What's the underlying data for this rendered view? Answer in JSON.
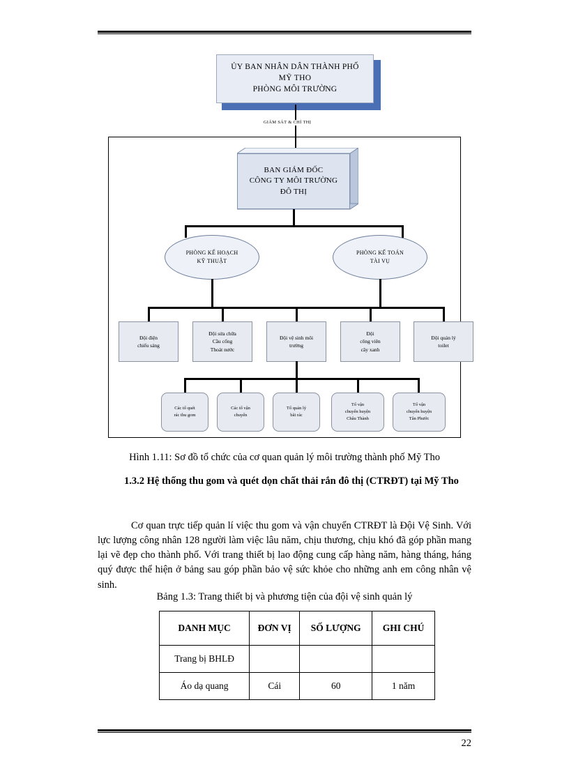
{
  "document": {
    "page_number": "22"
  },
  "org_chart": {
    "top_authority": "ỦY BAN NHÂN DÂN THÀNH PHỐ MỸ THO PHÒNG MÔI TRƯỜNG",
    "top_authority_lines": [
      "ỦY BAN NHÂN DÂN THÀNH PHỐ",
      "MỸ THO",
      "PHÒNG MÔI TRƯỜNG"
    ],
    "supervision_label": "GIÁM SÁT & CHỈ THỊ",
    "director_lines": [
      "BAN GIÁM ĐỐC",
      "CÔNG TY MÔI TRƯỜNG",
      "ĐÔ THỊ"
    ],
    "divisions": [
      {
        "lines": [
          "PHÒNG KẾ HOẠCH",
          "KỸ THUẬT"
        ]
      },
      {
        "lines": [
          "PHÒNG KẾ TOÁN",
          "TÀI VỤ"
        ]
      }
    ],
    "departments": [
      {
        "lines": [
          "Đội điện",
          "chiếu sáng"
        ]
      },
      {
        "lines": [
          "Đội sửa chữa",
          "Cầu cống",
          "Thoát nước"
        ]
      },
      {
        "lines": [
          "Đội vệ sinh môi",
          "trường"
        ]
      },
      {
        "lines": [
          "Đội",
          "công viên",
          "cây xanh"
        ]
      },
      {
        "lines": [
          "Đội quản lý",
          "toilet"
        ]
      }
    ],
    "teams": [
      {
        "lines": [
          "Các tổ quét",
          "rác thu gom"
        ]
      },
      {
        "lines": [
          "Các tổ vận",
          "chuyển"
        ]
      },
      {
        "lines": [
          "Tổ quản lý",
          "bãi rác"
        ]
      },
      {
        "lines": [
          "Tổ vận",
          "chuyển huyện",
          "Châu Thành"
        ]
      },
      {
        "lines": [
          "Tổ vận",
          "chuyển huyện",
          "Tân Phước"
        ]
      }
    ]
  },
  "figure": {
    "caption": "Hình 1.11: Sơ đồ tổ chức của cơ quan quản lý môi trường thành phố Mỹ Tho"
  },
  "section": {
    "heading": "1.3.2 Hệ thống thu gom và quét dọn chất thải rắn đô thị (CTRĐT) tại Mỹ Tho",
    "paragraph": "Cơ quan trực tiếp quản lí việc thu gom và vận chuyển CTRĐT là Đội Vệ Sinh. Với lực lượng công nhân 128 người làm việc lâu năm, chịu thương, chịu khó đã góp phần mang lại vẽ đẹp cho thành phố. Với trang thiết bị lao động cung cấp hàng năm, hàng tháng, háng quý được thể hiện ở bảng sau góp phần bảo vệ sức khỏe cho những anh em công nhân vệ sinh."
  },
  "table": {
    "caption": "Bảng 1.3: Trang thiết bị và phương tiện của đội vệ sinh quản lý",
    "headers": [
      "DANH MỤC",
      "ĐƠN VỊ",
      "SỐ LƯỢNG",
      "GHI CHÚ"
    ],
    "rows": [
      [
        "Trang bị BHLĐ",
        "",
        "",
        ""
      ],
      [
        "Áo dạ quang",
        "Cái",
        "60",
        "1 năm"
      ]
    ]
  }
}
